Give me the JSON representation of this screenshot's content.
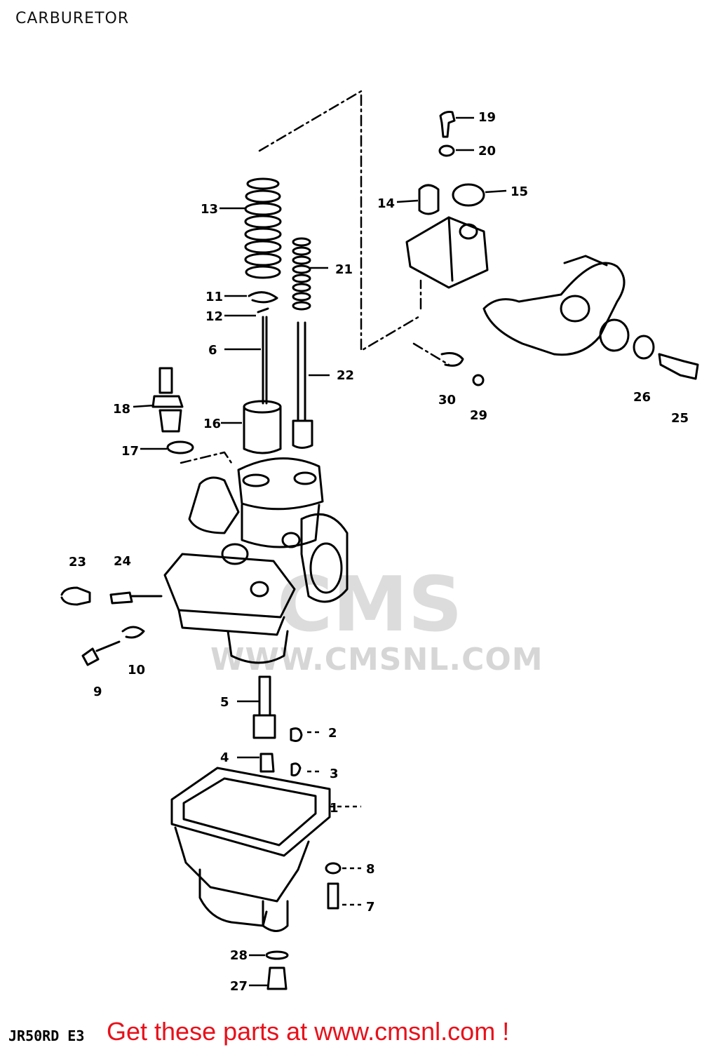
{
  "title": "CARBURETOR",
  "model_code": "JR50RD E3",
  "promo": "Get these parts at www.cmsnl.com !",
  "watermark": {
    "brand": "CMS",
    "url": "WWW.CMSNL.COM"
  },
  "colors": {
    "promo": "#e8101a",
    "line": "#000000",
    "watermark": "#d6d6d6"
  },
  "parts": {
    "p1": "1",
    "p2": "2",
    "p3": "3",
    "p4": "4",
    "p5": "5",
    "p6": "6",
    "p7": "7",
    "p8": "8",
    "p9": "9",
    "p10": "10",
    "p11": "11",
    "p12": "12",
    "p13": "13",
    "p14": "14",
    "p15": "15",
    "p16": "16",
    "p17": "17",
    "p18": "18",
    "p19": "19",
    "p20": "20",
    "p21": "21",
    "p22": "22",
    "p23": "23",
    "p24": "24",
    "p25": "25",
    "p26": "26",
    "p27": "27",
    "p28": "28",
    "p29": "29",
    "p30": "30"
  }
}
